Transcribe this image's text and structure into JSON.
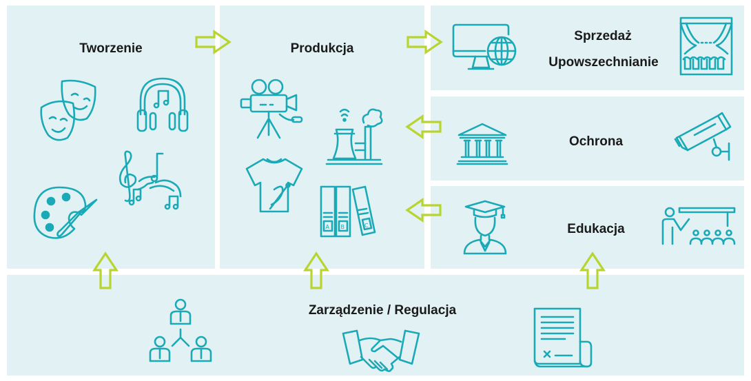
{
  "colors": {
    "panel_bg": "#e2f1f3",
    "icon": "#1aa9b6",
    "arrow": "#b8d430"
  },
  "panels": {
    "tworzenie": {
      "title": "Tworzenie",
      "icons": [
        "theater-masks-icon",
        "headphones-icon",
        "music-notes-icon",
        "paint-palette-icon"
      ]
    },
    "produkcja": {
      "title": "Produkcja",
      "icons": [
        "film-camera-icon",
        "factory-icon",
        "t-shirt-icon",
        "binders-icon"
      ]
    },
    "sprzedaz": {
      "title_line1": "Sprzedaż",
      "title_line2": "Upowszechnianie",
      "icons": [
        "computer-globe-icon",
        "theater-stage-icon"
      ]
    },
    "ochrona": {
      "title": "Ochrona",
      "icons": [
        "museum-icon",
        "security-camera-icon"
      ]
    },
    "edukacja": {
      "title": "Edukacja",
      "icons": [
        "graduate-icon",
        "classroom-icon"
      ]
    },
    "zarzadzenie": {
      "title": "Zarządzenie / Regulacja",
      "icons": [
        "org-chart-icon",
        "handshake-icon",
        "contract-icon"
      ]
    }
  }
}
